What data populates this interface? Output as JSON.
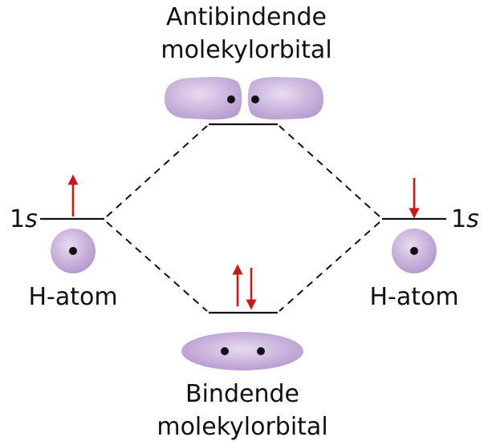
{
  "labels": {
    "antibonding_line1": "Antibindende",
    "antibonding_line2": "molekylorbital",
    "bonding_line1": "Bindende",
    "bonding_line2": "molekylorbital",
    "left_atom": "H-atom",
    "right_atom": "H-atom",
    "left_orbital_number": "1",
    "left_orbital_letter": "s",
    "right_orbital_number": "1",
    "right_orbital_letter": "s"
  },
  "colors": {
    "orbital_fill": "#b497cd",
    "orbital_highlight": "#e7dcf1",
    "electron_arrow": "#c8171d",
    "line": "#111111"
  }
}
